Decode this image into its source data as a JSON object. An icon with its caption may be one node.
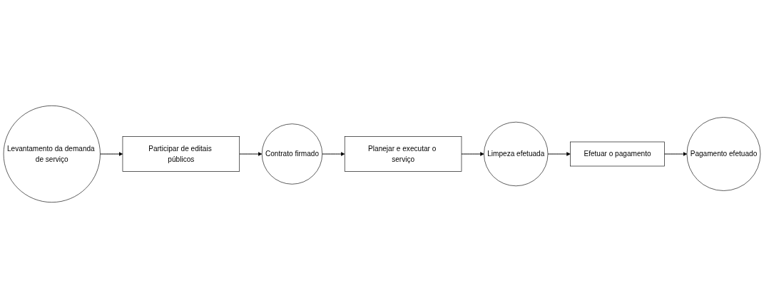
{
  "diagram": {
    "nodes": [
      {
        "text": [
          "Levantamento da demanda de serviço"
        ]
      },
      {
        "text": [
          "Participar de editais públicos"
        ]
      },
      {
        "text": [
          "Contrato firmado"
        ]
      },
      {
        "text": [
          "Planejar e executar o serviço"
        ]
      },
      {
        "text": [
          "Limpeza efetuada"
        ]
      },
      {
        "text": [
          "Efetuar o pagamento"
        ]
      },
      {
        "text": [
          "Pagamento efetuado"
        ]
      }
    ],
    "edges": [
      {
        "from": 0,
        "to": 1,
        "arrow": "to"
      },
      {
        "from": 1,
        "to": 2,
        "arrow": "to"
      },
      {
        "from": 2,
        "to": 3,
        "arrow": "to"
      },
      {
        "from": 3,
        "to": 4,
        "arrow": "to"
      },
      {
        "from": 4,
        "to": 5,
        "arrow": "to"
      },
      {
        "from": 5,
        "to": 6,
        "arrow": "to"
      }
    ]
  }
}
